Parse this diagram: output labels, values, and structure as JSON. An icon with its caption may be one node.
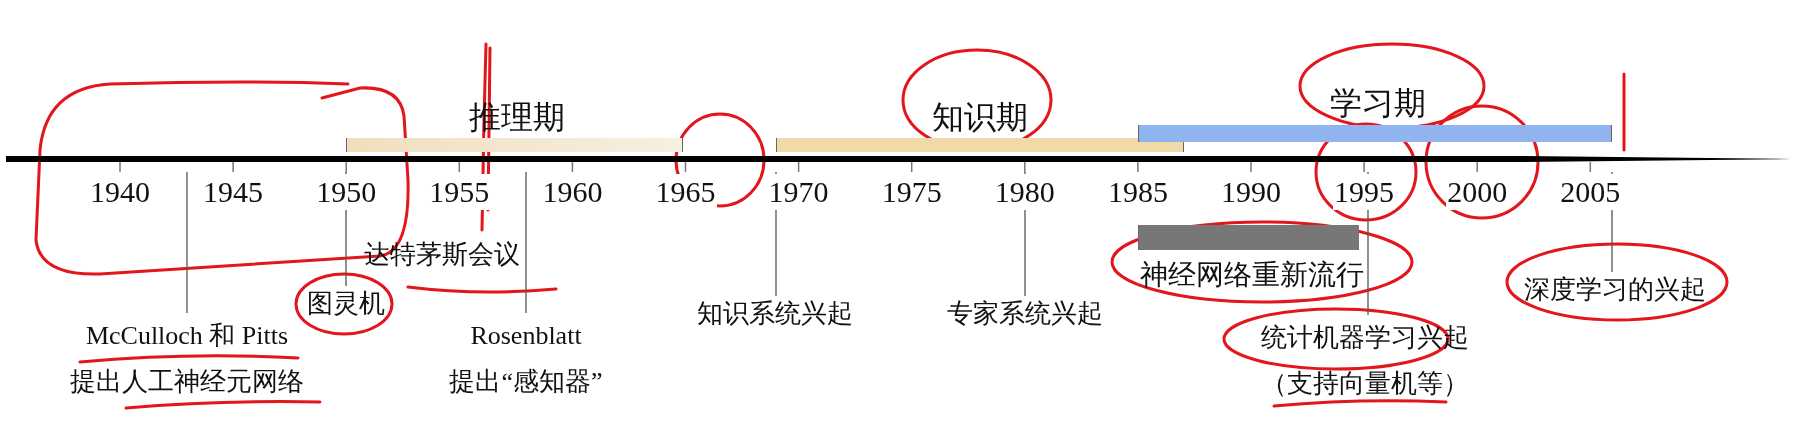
{
  "diagram": {
    "nodes": [
      {
        "text": [
          "推理期"
        ]
      },
      {
        "text": [
          "知识期"
        ]
      },
      {
        "text": [
          "学习期"
        ]
      },
      {
        "text": [
          "神经网络重新流行"
        ]
      },
      {
        "text": [
          "McCulloch 和 Pitts",
          "提出人工神经元网络"
        ]
      },
      {
        "text": [
          "图灵机"
        ]
      },
      {
        "text": [
          "Rosenblatt",
          "提出“感知器”"
        ]
      },
      {
        "text": [
          "知识系统兴起"
        ]
      },
      {
        "text": [
          "专家系统兴起"
        ]
      },
      {
        "text": [
          "统计机器学习兴起",
          "（支持向量机等）"
        ]
      },
      {
        "text": [
          "深度学习的兴起"
        ]
      },
      {
        "text": [],
        "shape": "bar"
      }
    ],
    "edges": [
      {
        "from": 4,
        "to": 11,
        "arrow": "none"
      },
      {
        "from": 5,
        "to": 11,
        "arrow": "none"
      },
      {
        "from": 6,
        "to": 11,
        "arrow": "none"
      },
      {
        "from": 7,
        "to": 11,
        "arrow": "none"
      },
      {
        "from": 8,
        "to": 11,
        "arrow": "none"
      },
      {
        "from": 9,
        "to": 11,
        "arrow": "none"
      },
      {
        "from": 10,
        "to": 11,
        "arrow": "none"
      }
    ],
    "labels": [
      "1940",
      "1945",
      "1950",
      "1955",
      "1960",
      "1965",
      "1970",
      "1975",
      "1980",
      "1985",
      "1990",
      "1995",
      "2000",
      "2005",
      "达特茅斯会议"
    ]
  }
}
